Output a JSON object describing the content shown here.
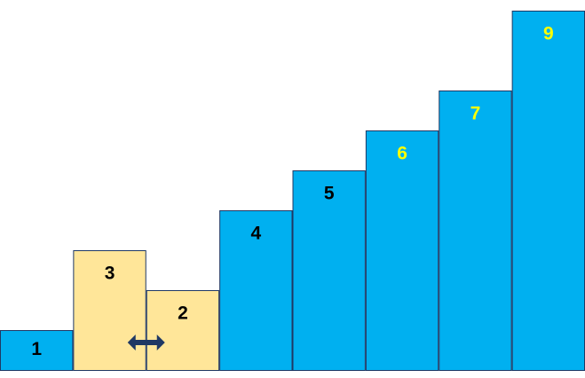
{
  "bars": [
    {
      "label": "1",
      "value": 1,
      "fill": "#00b0f0",
      "label_color": "#000000"
    },
    {
      "label": "3",
      "value": 3,
      "fill": "#ffe699",
      "label_color": "#000000"
    },
    {
      "label": "2",
      "value": 2,
      "fill": "#ffe699",
      "label_color": "#000000"
    },
    {
      "label": "4",
      "value": 4,
      "fill": "#00b0f0",
      "label_color": "#000000"
    },
    {
      "label": "5",
      "value": 5,
      "fill": "#00b0f0",
      "label_color": "#000000"
    },
    {
      "label": "6",
      "value": 6,
      "fill": "#00b0f0",
      "label_color": "#ffff00"
    },
    {
      "label": "7",
      "value": 7,
      "fill": "#00b0f0",
      "label_color": "#ffff00"
    },
    {
      "label": "9",
      "value": 9,
      "fill": "#00b0f0",
      "label_color": "#ffff00"
    }
  ],
  "swap_indicator": {
    "icon": "double-arrow-icon",
    "between": [
      1,
      2
    ],
    "color": "#1f3864"
  },
  "colors": {
    "stroke": "#1f3864"
  }
}
